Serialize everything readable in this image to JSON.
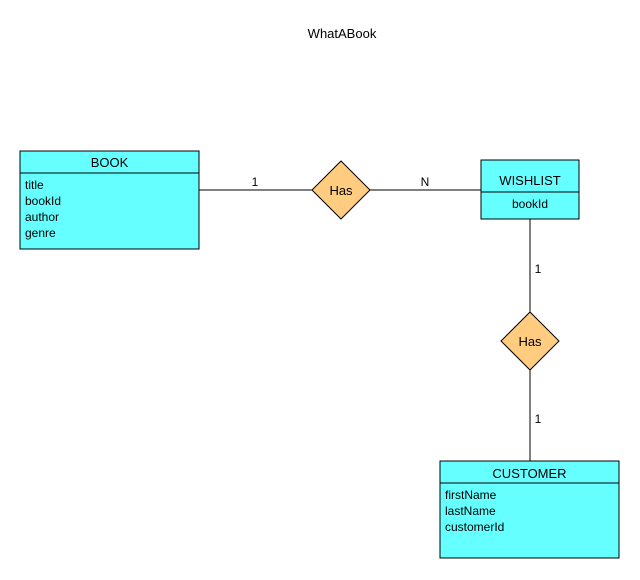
{
  "diagram": {
    "title": "WhatABook",
    "colors": {
      "entity_fill": "#66FFFF",
      "relationship_fill": "#FFCC80",
      "stroke": "#000000"
    },
    "entities": {
      "book": {
        "name": "BOOK",
        "attributes": [
          "title",
          "bookId",
          "author",
          "genre"
        ]
      },
      "wishlist": {
        "name": "WISHLIST",
        "attributes": [
          "bookId"
        ]
      },
      "customer": {
        "name": "CUSTOMER",
        "attributes": [
          "firstName",
          "lastName",
          "customerId"
        ]
      }
    },
    "relationships": {
      "book_wishlist": {
        "label": "Has",
        "cardinality_left": "1",
        "cardinality_right": "N"
      },
      "wishlist_customer": {
        "label": "Has",
        "cardinality_top": "1",
        "cardinality_bottom": "1"
      }
    }
  }
}
